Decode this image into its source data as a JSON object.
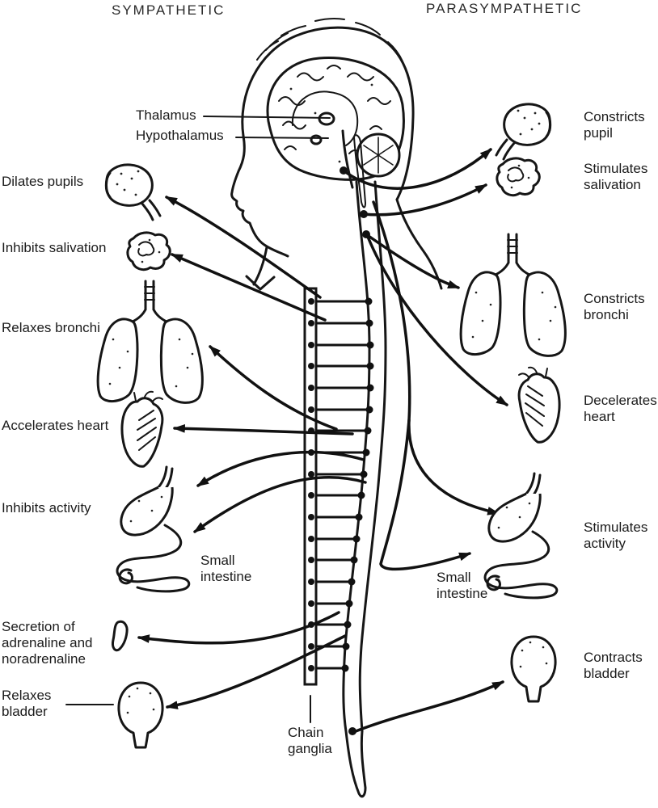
{
  "ink_color": "#161616",
  "background_color": "#ffffff",
  "headers": {
    "sympathetic": "SYMPATHETIC",
    "parasympathetic": "PARASYMPATHETIC"
  },
  "central": {
    "thalamus": "Thalamus",
    "hypothalamus": "Hypothalamus",
    "chain_ganglia": "Chain\nganglia"
  },
  "sympathetic_labels": {
    "dilates_pupils": "Dilates pupils",
    "inhibits_salivation": "Inhibits salivation",
    "relaxes_bronchi": "Relaxes bronchi",
    "accelerates_heart": "Accelerates heart",
    "inhibits_activity": "Inhibits activity",
    "small_intestine": "Small\nintestine",
    "secretion": "Secretion of\nadrenaline and\nnoradrenaline",
    "relaxes_bladder": "Relaxes\nbladder"
  },
  "parasympathetic_labels": {
    "constricts_pupil": "Constricts\npupil",
    "stimulates_salivation": "Stimulates\nsalivation",
    "constricts_bronchi": "Constricts\nbronchi",
    "decelerates_heart": "Decelerates\nheart",
    "stimulates_activity": "Stimulates\nactivity",
    "small_intestine": "Small\nintestine",
    "contracts_bladder": "Contracts\nbladder"
  }
}
